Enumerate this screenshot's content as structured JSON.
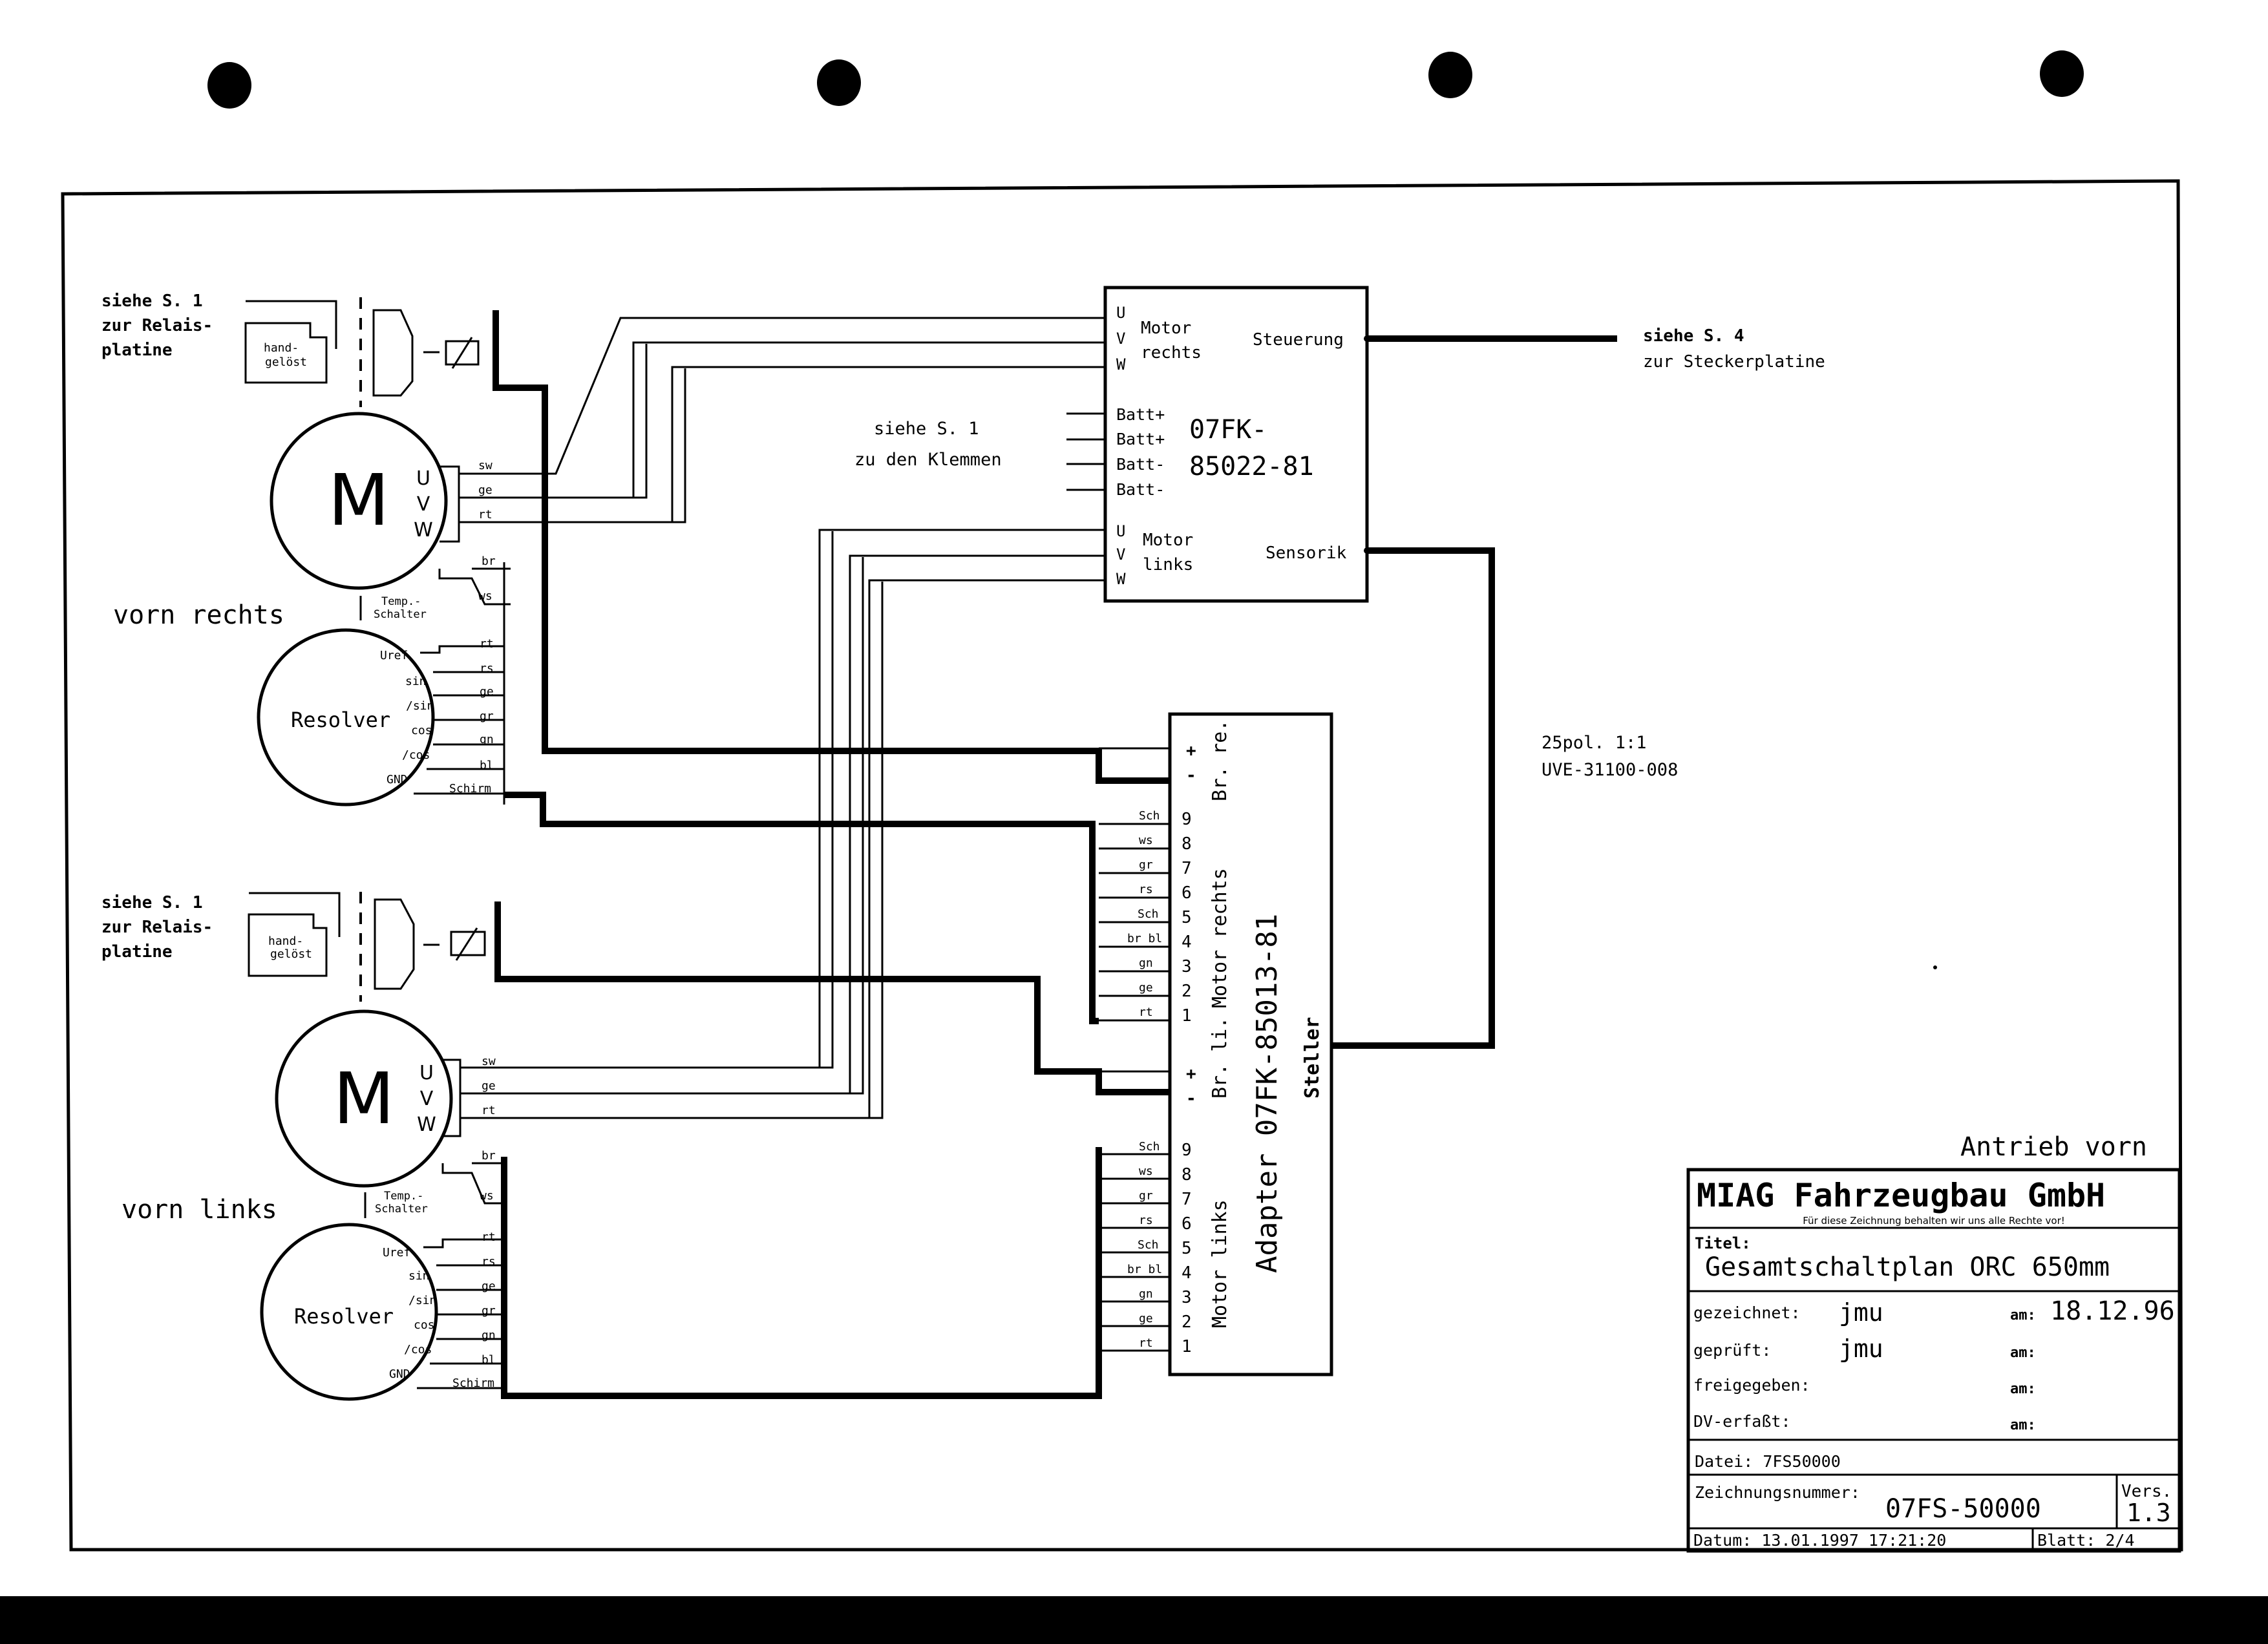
{
  "sheet": {
    "top_left_ref": {
      "line1": "siehe S. 1",
      "line2": "zur Relais-",
      "line3": "platine",
      "hand": "hand-",
      "geloest": "gelöst"
    },
    "bottom_left_ref": {
      "line1": "siehe S. 1",
      "line2": "zur Relais-",
      "line3": "platine",
      "hand": "hand-",
      "geloest": "gelöst"
    },
    "motor_symbol": "M",
    "motor_phases": [
      "U",
      "V",
      "W"
    ],
    "motor_wires": [
      "sw",
      "ge",
      "rt"
    ],
    "brake_wires": [
      "br",
      "ws"
    ],
    "temp_switch": {
      "line1": "Temp.-",
      "line2": "Schalter"
    },
    "resolver": {
      "label": "Resolver",
      "pins": [
        "Uref",
        "sin",
        "/sin",
        "cos",
        "/cos",
        "GND"
      ],
      "wires": [
        "rt",
        "rs",
        "ge",
        "gr",
        "gn",
        "bl",
        "Schirm"
      ]
    },
    "motor_front_right_label": "vorn rechts",
    "motor_front_left_label": "vorn links",
    "controller": {
      "motor_right": {
        "uvw": [
          "U",
          "V",
          "W"
        ],
        "line1": "Motor",
        "line2": "rechts"
      },
      "motor_left": {
        "uvw": [
          "U",
          "V",
          "W"
        ],
        "line1": "Motor",
        "line2": "links"
      },
      "batt": [
        "Batt+",
        "Batt+",
        "Batt-",
        "Batt-"
      ],
      "name_line1": "07FK-",
      "name_line2": "85022-81",
      "steuerung": "Steuerung",
      "sensorik": "Sensorik"
    },
    "batt_ref": {
      "line1": "siehe S. 1",
      "line2": "zu den Klemmen"
    },
    "steuerung_ref": {
      "line1": "siehe S. 4",
      "line2": "zur Steckerplatine"
    },
    "cable": {
      "line1": "25pol. 1:1",
      "line2": "UVE-31100-008"
    },
    "adapter": {
      "title": "Adapter 07FK-85013-81",
      "steller": "Steller",
      "br_re": "Br. re.",
      "br_li": "Br. li.",
      "motor_rechts": "Motor rechts",
      "motor_links": "Motor links",
      "plus": "+",
      "minus": "-",
      "pins": [
        "9",
        "8",
        "7",
        "6",
        "5",
        "4",
        "3",
        "2",
        "1"
      ],
      "wire_labels": [
        "Sch",
        "ws",
        "gr",
        "rs",
        "Sch",
        "br bl",
        "gn",
        "ge",
        "rt"
      ]
    },
    "title_block": {
      "caption": "Antrieb vorn",
      "company": "MIAG Fahrzeugbau GmbH",
      "rights": "Für diese Zeichnung behalten wir uns alle Rechte vor!",
      "titel_label": "Titel:",
      "titel": "Gesamtschaltplan ORC 650mm",
      "gezeichnet_label": "gezeichnet:",
      "gezeichnet": "jmu",
      "am_label": "am:",
      "gezeichnet_date": "18.12.96",
      "geprueft_label": "geprüft:",
      "geprueft": "jmu",
      "freigegeben_label": "freigegeben:",
      "dv_label": "DV-erfaßt:",
      "datei": "Datei: 7FS50000",
      "zeichnungsnummer_label": "Zeichnungsnummer:",
      "zeichnungsnummer": "07FS-50000",
      "vers_label": "Vers.",
      "vers": "1.3",
      "datum": "Datum: 13.01.1997  17:21:20",
      "blatt": "Blatt: 2/4"
    }
  }
}
